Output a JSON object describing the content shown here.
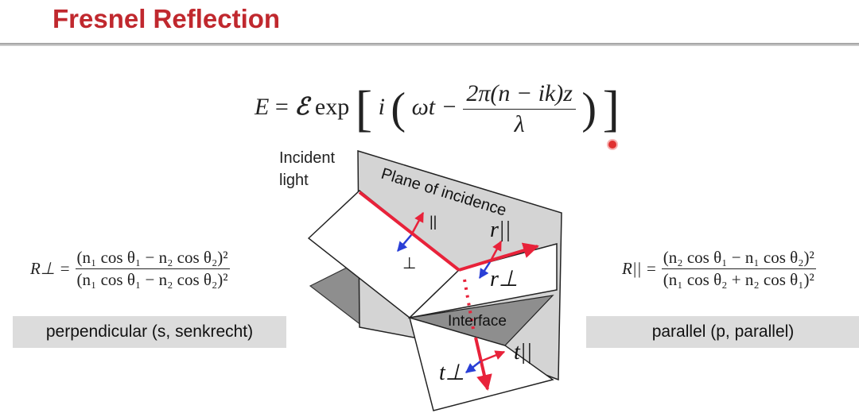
{
  "slide": {
    "title": "Fresnel Reflection"
  },
  "equations": {
    "wave": {
      "lhs": "E",
      "script_E": "ℰ",
      "exp": "exp",
      "i": "i",
      "omega_t": "ωt −",
      "numerator": "2π(n − ik)z",
      "denominator": "λ"
    },
    "r_perp": {
      "lhs": "R⊥ =",
      "numerator": "(n₁ cos θ₁ − n₂ cos θ₂)²",
      "denominator": "(n₁ cos θ₁ − n₂ cos θ₂)²"
    },
    "r_par": {
      "lhs": "R|| =",
      "numerator": "(n₂ cos θ₁ − n₁ cos θ₂)²",
      "denominator": "(n₁ cos θ₂ + n₂ cos θ₁)²"
    }
  },
  "labels": {
    "perpendicular": "perpendicular (s, senkrecht)",
    "parallel": "parallel (p, parallel)"
  },
  "diagram": {
    "incident_line1": "Incident",
    "incident_line2": "light",
    "plane": "Plane of incidence",
    "interface": "Interface",
    "par_symbol": "||",
    "perp_symbol": "⊥",
    "r_par": "r||",
    "r_perp": "r⊥",
    "t_par": "t||",
    "t_perp": "t⊥",
    "colors": {
      "beam": "#e8223a",
      "vector": "#2a3fd6",
      "plane": "#d4d4d4",
      "dark": "#8e8e8e"
    }
  }
}
